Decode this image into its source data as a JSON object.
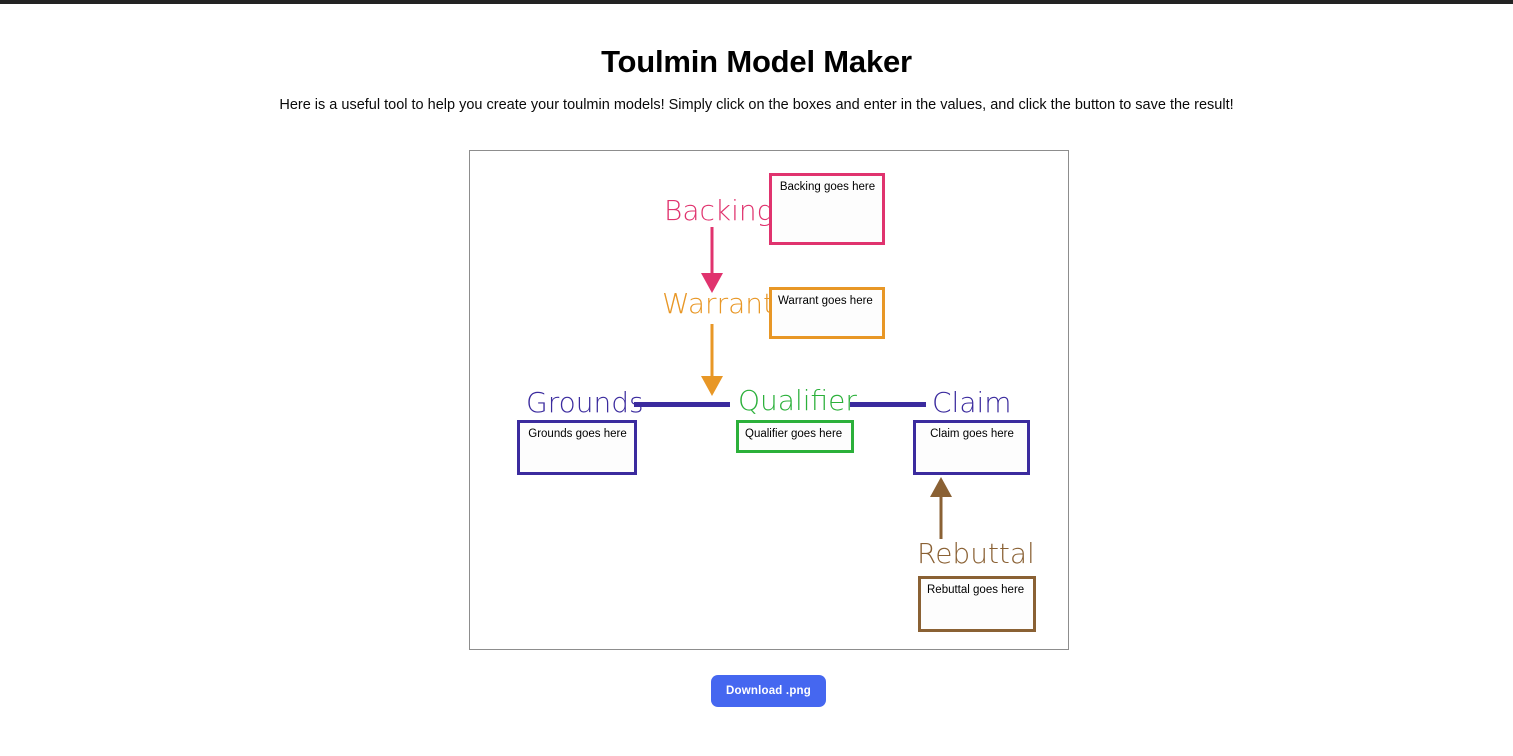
{
  "header": {
    "title": "Toulmin Model Maker",
    "description": "Here is a useful tool to help you create your toulmin models! Simply click on the boxes and enter in the values, and click the button to save the result!"
  },
  "colors": {
    "backing": "#E0336E",
    "warrant": "#E89726",
    "grounds": "#3B2B9E",
    "qualifier": "#2BB03A",
    "claim": "#3B2B9E",
    "rebuttal": "#8A6134",
    "connector": "#3B2B9E",
    "canvas_border": "#8d8d8d",
    "button_bg": "#4567f0",
    "button_text": "#ffffff",
    "page_text": "#000000"
  },
  "diagram": {
    "nodes": [
      {
        "key": "backing",
        "label": "Backing",
        "value": "Backing goes here",
        "align": "center"
      },
      {
        "key": "warrant",
        "label": "Warrant",
        "value": "Warrant goes here",
        "align": "left"
      },
      {
        "key": "grounds",
        "label": "Grounds",
        "value": "Grounds goes here",
        "align": "center"
      },
      {
        "key": "qualifier",
        "label": "Qualifier",
        "value": "Qualifier goes here",
        "align": "left"
      },
      {
        "key": "claim",
        "label": "Claim",
        "value": "Claim goes here",
        "align": "center"
      },
      {
        "key": "rebuttal",
        "label": "Rebuttal",
        "value": "Rebuttal goes here",
        "align": "left"
      }
    ],
    "connectors": [
      {
        "key": "backing-to-warrant",
        "type": "arrow-down",
        "color": "#E0336E"
      },
      {
        "key": "warrant-to-grounds",
        "type": "arrow-down",
        "color": "#E89726"
      },
      {
        "key": "grounds-to-qualifier",
        "type": "line",
        "color": "#3B2B9E"
      },
      {
        "key": "qualifier-to-claim",
        "type": "line",
        "color": "#3B2B9E"
      },
      {
        "key": "rebuttal-to-claim",
        "type": "arrow-up",
        "color": "#8A6134"
      }
    ]
  },
  "footer": {
    "download_label": "Download .png"
  }
}
